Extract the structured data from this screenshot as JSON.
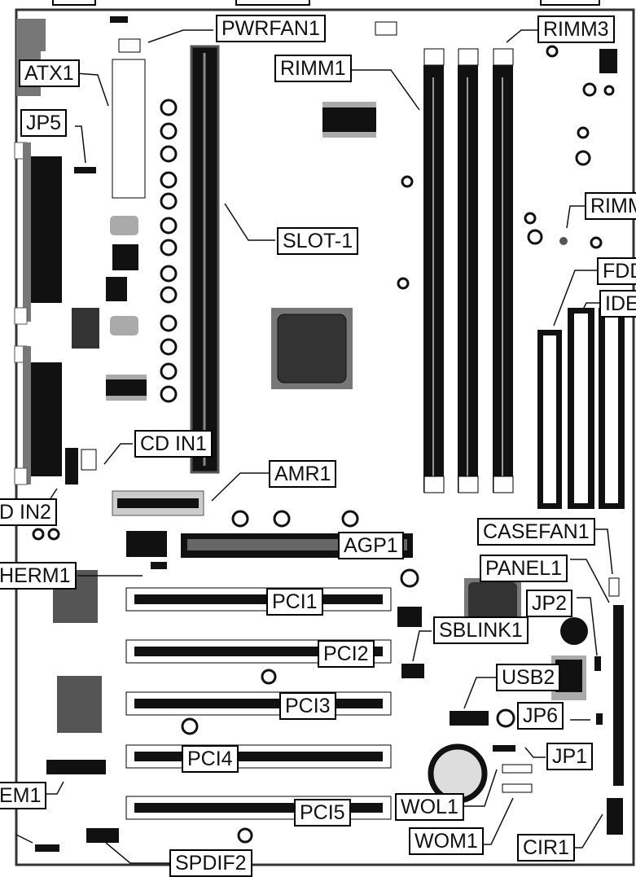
{
  "labels": {
    "pwrfan1": "PWRFAN1",
    "rimm3": "RIMM3",
    "atx1": "ATX1",
    "rimm1": "RIMM1",
    "jp5": "JP5",
    "rimm2": "RIMM",
    "slot1": "SLOT-1",
    "fdd": "FDD",
    "ide": "IDE",
    "cdin1": "CD IN1",
    "amr1": "AMR1",
    "auxin2": "D IN2",
    "agp1": "AGP1",
    "casefan1": "CASEFAN1",
    "therm1": "HERM1",
    "panel1": "PANEL1",
    "pci1": "PCI1",
    "jp2": "JP2",
    "sblink1": "SBLINK1",
    "pci2": "PCI2",
    "usb2": "USB2",
    "pci3": "PCI3",
    "jp6": "JP6",
    "pci4": "PCI4",
    "jp1": "JP1",
    "em1": "EM1",
    "pci5": "PCI5",
    "wol1": "WOL1",
    "wom1": "WOM1",
    "cir1": "CIR1",
    "spdif2": "SPDIF2"
  }
}
